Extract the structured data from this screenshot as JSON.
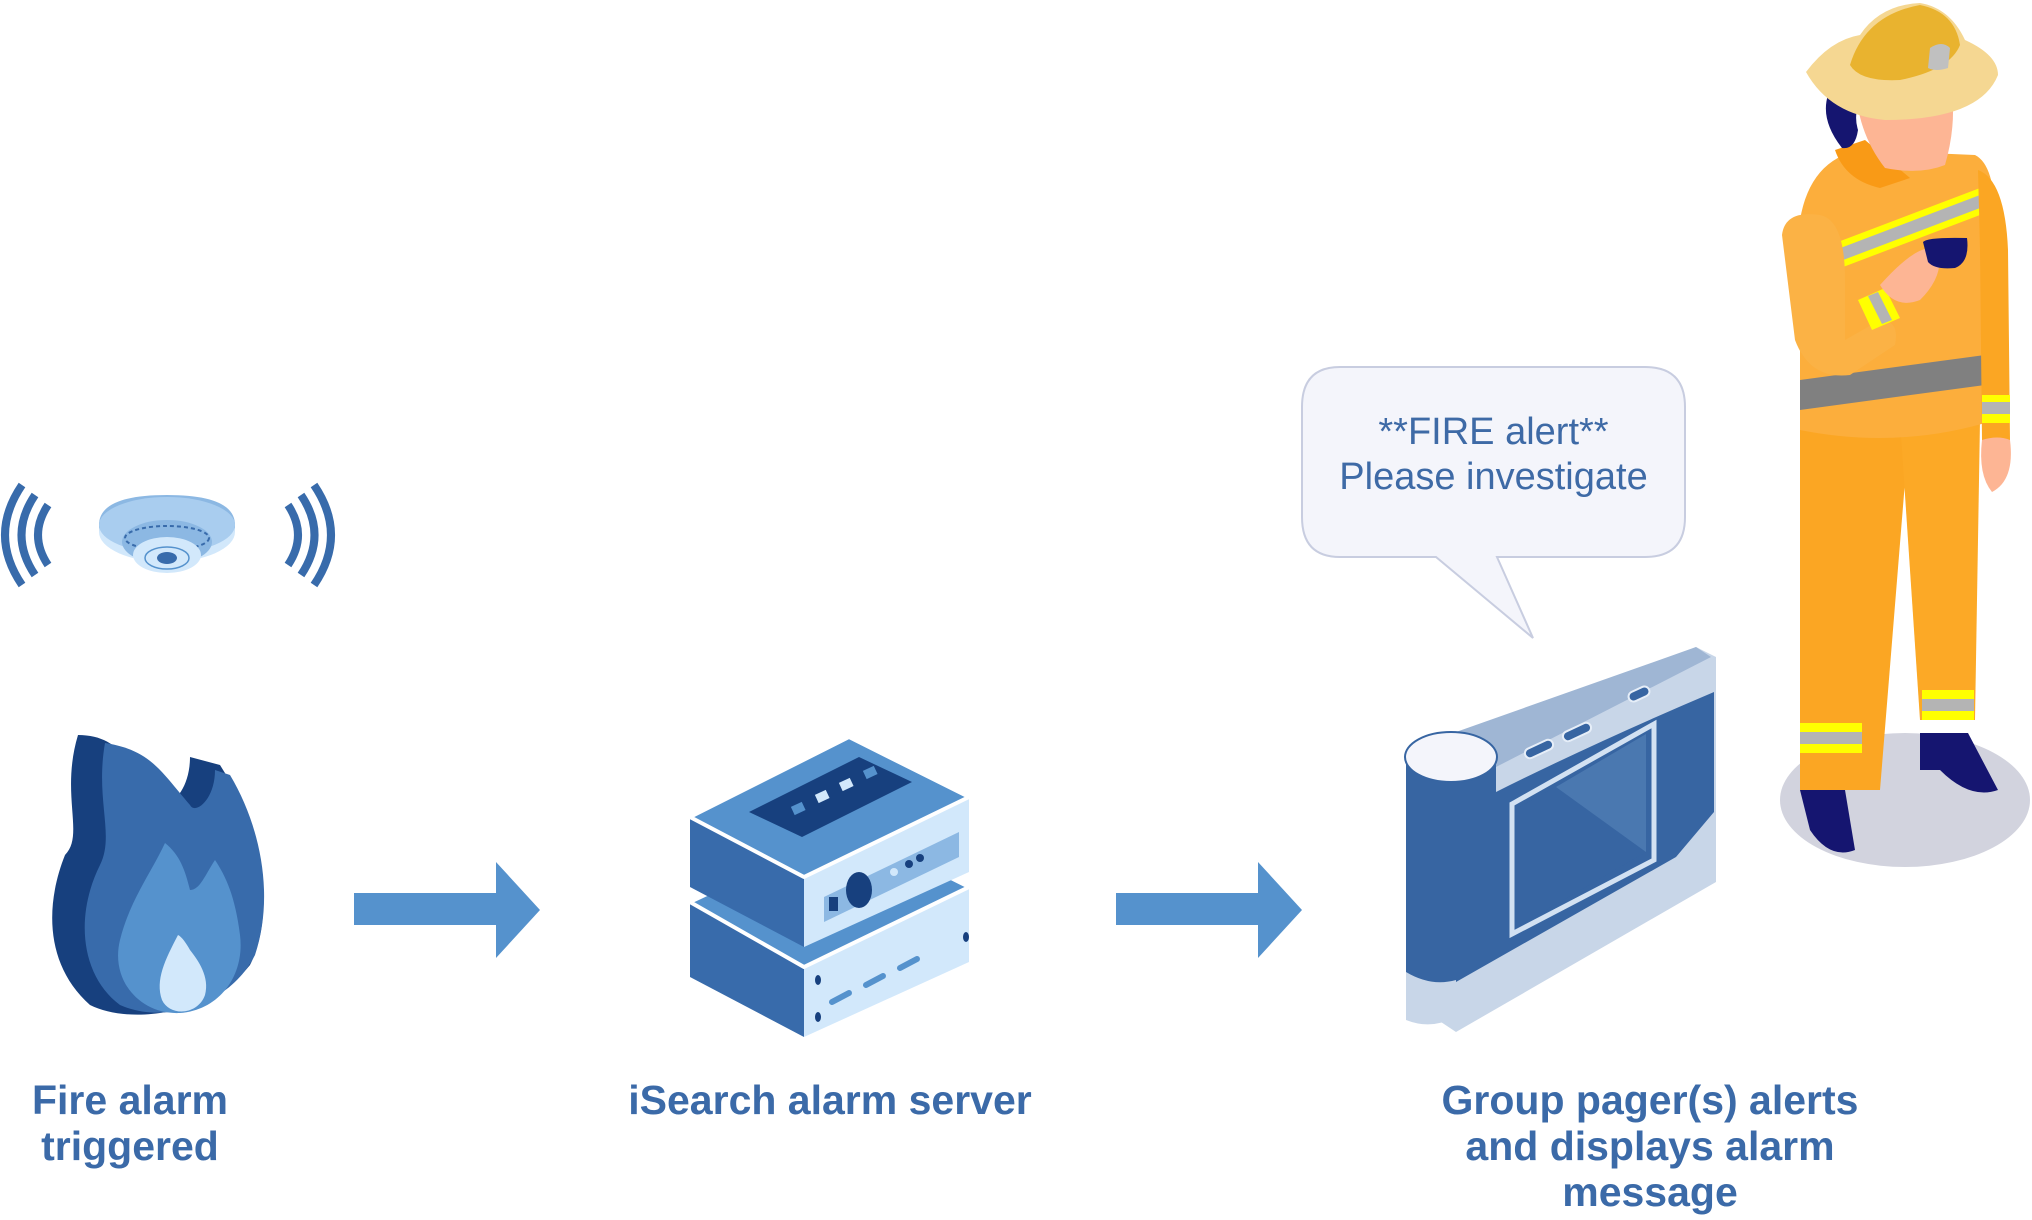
{
  "diagram": {
    "title": "Fire alarm paging workflow",
    "colors": {
      "label_text": "#3b6aa8",
      "arrow": "#5592cd",
      "dark_blue": "#17407e",
      "mid_blue": "#386bab",
      "light_blue": "#5592cd",
      "pale_blue": "#d2e8fb",
      "bubble_fill": "#f4f5fb",
      "bubble_border": "#c8cde0",
      "suit_orange": "#fba623",
      "reflective_yellow": "#ffff00",
      "reflective_gray": "#b4b4b4",
      "boots_navy": "#151570",
      "shadow": "#d2d3de"
    },
    "steps": [
      {
        "id": "fire-alarm",
        "icons": [
          "smoke-detector-icon",
          "signal-waves-icon",
          "flame-icon"
        ],
        "label_lines": [
          "Fire alarm",
          "triggered"
        ]
      },
      {
        "id": "alarm-server",
        "icons": [
          "server-icon"
        ],
        "label_lines": [
          "iSearch alarm server"
        ]
      },
      {
        "id": "group-pager",
        "icons": [
          "pager-icon",
          "firefighter-icon"
        ],
        "label_lines": [
          "Group pager(s) alerts",
          "and displays alarm",
          "message"
        ]
      }
    ],
    "arrows": [
      {
        "from": "fire-alarm",
        "to": "alarm-server",
        "icon": "arrow-right-icon"
      },
      {
        "from": "alarm-server",
        "to": "group-pager",
        "icon": "arrow-right-icon"
      }
    ],
    "speech_bubble": {
      "lines": [
        "**FIRE alert**",
        "Please investigate"
      ]
    }
  }
}
